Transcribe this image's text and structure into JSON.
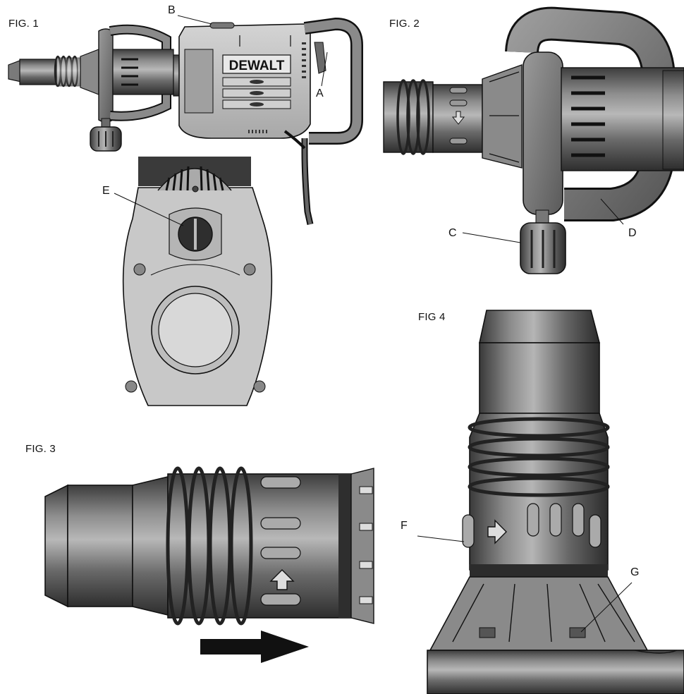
{
  "figures": {
    "fig1": {
      "title": "FIG. 1",
      "brand": "DEWALT"
    },
    "fig2": {
      "title": "FIG. 2"
    },
    "fig3": {
      "title": "FIG. 3"
    },
    "fig4": {
      "title": "FIG 4"
    }
  },
  "callouts": {
    "a": "A",
    "b": "B",
    "c": "C",
    "d": "D",
    "e": "E",
    "f": "F",
    "g": "G"
  },
  "icons": {
    "direction_arrow": "arrow-right-icon",
    "lock_arrow": "arrow-marker-icon"
  },
  "colors": {
    "ink": "#111111",
    "body_gray": "#bdbdbd",
    "dark_gray": "#555555",
    "mid_gray": "#8a8a8a"
  }
}
